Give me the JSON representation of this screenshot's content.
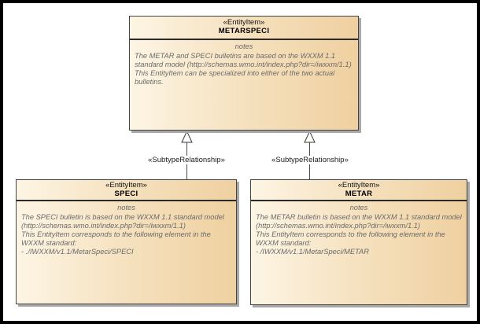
{
  "diagram": {
    "entities": {
      "metarspeci": {
        "stereotype": "«EntityItem»",
        "name": "METARSPECI",
        "notes_label": "notes",
        "notes": [
          "The METAR and SPECI bulletins are based on the WXXM 1.1 standard model (http://schemas.wmo.int/index.php?dir=/iwxxm/1.1)",
          "This EntityItem can be specialized into either of the two actual bulletins."
        ]
      },
      "speci": {
        "stereotype": "«EntityItem»",
        "name": "SPECI",
        "notes_label": "notes",
        "notes": [
          "The SPECI bulletin is based on the WXXM 1.1 standard model (http://schemas.wmo.int/index.php?dir=/iwxxm/1.1)",
          "This EntityItem corresponds to the following element in the WXXM standard:",
          "- ./IWXXM/v1.1/MetarSpeci/SPECI"
        ]
      },
      "metar": {
        "stereotype": "«EntityItem»",
        "name": "METAR",
        "notes_label": "notes",
        "notes": [
          "The METAR bulletin is based on the WXXM 1.1 standard model (http://schemas.wmo.int/index.php?dir=/iwxxm/1.1)",
          "This EntityItem corresponds to the following element in the WXXM standard:",
          "- /IWXXM/v1.1/MetarSpeci/METAR"
        ]
      }
    },
    "relationships": {
      "left": {
        "label": "«SubtypeRelationship»",
        "type": "generalization"
      },
      "right": {
        "label": "«SubtypeRelationship»",
        "type": "generalization"
      }
    },
    "colors": {
      "box_fill_light": "#fdf5e4",
      "box_fill_dark": "#efd0a0",
      "box_border": "#424242",
      "box_shadow": "#a8a8a8",
      "notes_text": "#6b6b6b",
      "title_text": "#000000",
      "frame_border": "#000000",
      "background": "#ffffff"
    }
  }
}
